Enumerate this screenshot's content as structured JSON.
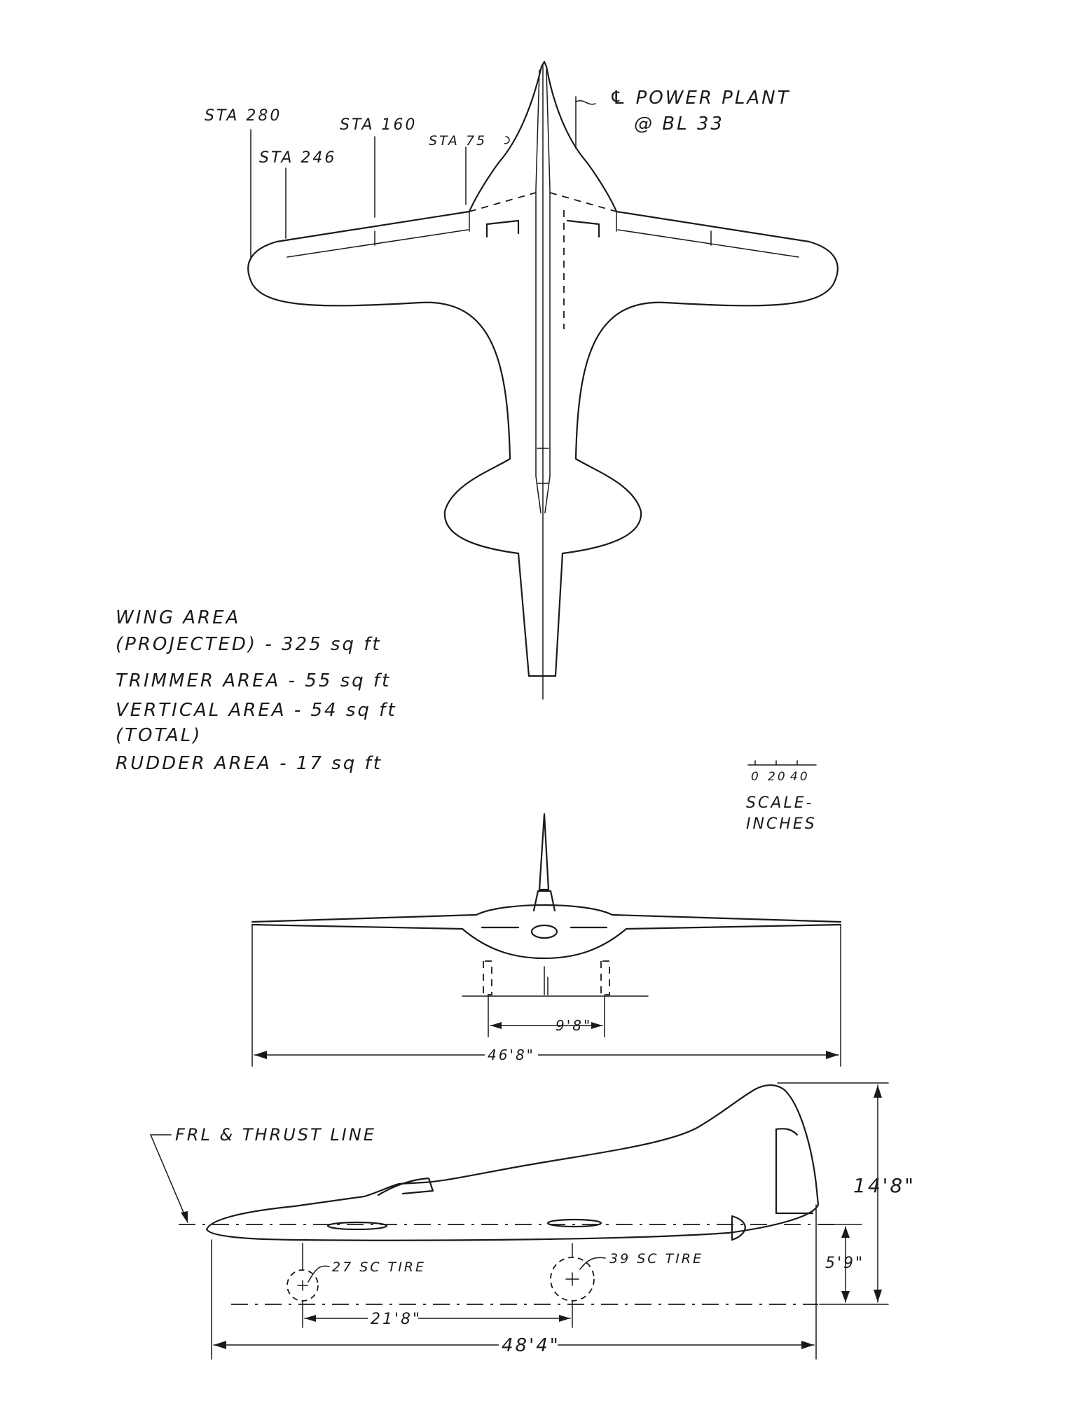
{
  "top_view": {
    "station_labels": [
      "STA 280",
      "STA 246",
      "STA 160",
      "STA 75"
    ],
    "power_plant_line1": "℄ POWER PLANT",
    "power_plant_line2": "@ BL 33"
  },
  "notes": {
    "wing_area_1": "WING AREA",
    "wing_area_2": "(PROJECTED) - 325 sq ft",
    "trimmer_area": "TRIMMER AREA - 55 sq ft",
    "vertical_area_1": "VERTICAL AREA - 54 sq ft",
    "vertical_area_2": "(TOTAL)",
    "rudder_area": "RUDDER AREA - 17 sq ft"
  },
  "scale": {
    "ticks": [
      "0",
      "20",
      "40"
    ],
    "label_1": "SCALE-",
    "label_2": "INCHES"
  },
  "front_view": {
    "gear_track": "9'8\"",
    "span": "46'8\""
  },
  "side_view": {
    "frl_label": "FRL & THRUST LINE",
    "nose_tire": "27 SC TIRE",
    "main_tire": "39 SC TIRE",
    "height": "14'8\"",
    "ground_clearance": "5'9\"",
    "wheelbase": "21'8\"",
    "length": "48'4\""
  }
}
